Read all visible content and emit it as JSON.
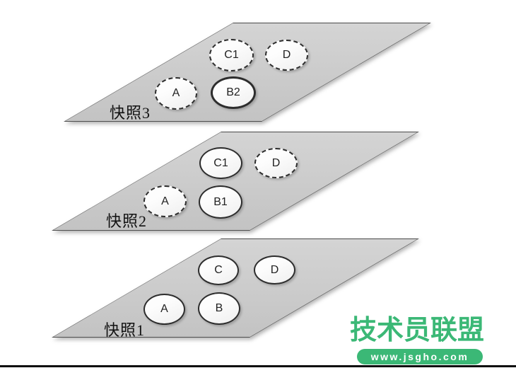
{
  "diagram": {
    "title_hint": "snapshot layers diagram",
    "colors": {
      "plane_fill": "#cbcbcb",
      "plane_border": "#4f4f4f",
      "node_fill": "#f7f7f7",
      "node_border": "#2d2d2d",
      "watermark_green": "#3bb876"
    },
    "layers": [
      {
        "label": "快照3",
        "nodes": [
          {
            "label": "C1",
            "stroke": "dashed"
          },
          {
            "label": "D",
            "stroke": "dashed"
          },
          {
            "label": "A",
            "stroke": "dashed"
          },
          {
            "label": "B2",
            "stroke": "solid-thick"
          }
        ]
      },
      {
        "label": "快照2",
        "nodes": [
          {
            "label": "C1",
            "stroke": "solid"
          },
          {
            "label": "D",
            "stroke": "dashed"
          },
          {
            "label": "A",
            "stroke": "dashed"
          },
          {
            "label": "B1",
            "stroke": "solid"
          }
        ]
      },
      {
        "label": "快照1",
        "nodes": [
          {
            "label": "C",
            "stroke": "solid"
          },
          {
            "label": "D",
            "stroke": "solid"
          },
          {
            "label": "A",
            "stroke": "solid"
          },
          {
            "label": "B",
            "stroke": "solid"
          }
        ]
      }
    ]
  },
  "watermark": {
    "brand": "技术员联盟",
    "url": "www.jsgho.com"
  }
}
